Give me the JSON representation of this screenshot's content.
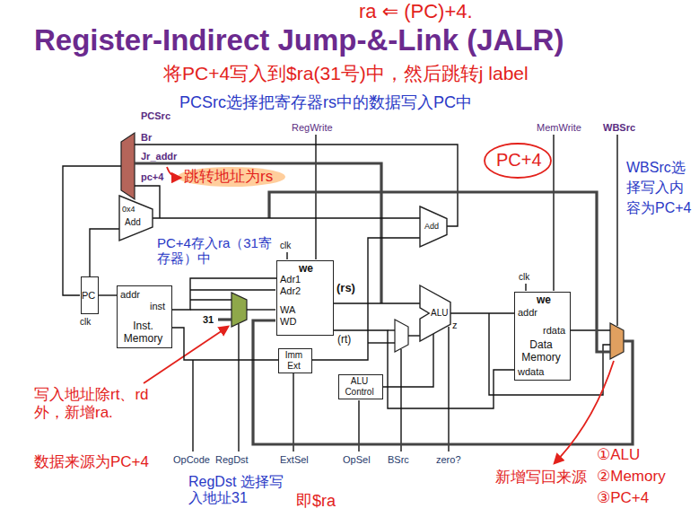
{
  "diagram": {
    "title": "Register-Indirect Jump-&-Link (JALR)",
    "nodes": [
      {
        "text": [
          "PC"
        ]
      },
      {
        "text": [
          "addr",
          "inst",
          "Inst. Memory"
        ]
      },
      {
        "text": [
          "0x4",
          "Add"
        ]
      },
      {
        "text": [
          "Add"
        ]
      },
      {
        "text": [
          "we",
          "Adr1",
          "Adr2",
          "WA",
          "WD"
        ]
      },
      {
        "text": [
          "Imm Ext"
        ]
      },
      {
        "text": [
          "ALU Control"
        ]
      },
      {
        "text": [
          "ALU"
        ]
      },
      {
        "text": [
          "we",
          "addr",
          "rdata",
          "Data Memory",
          "wdata"
        ]
      }
    ],
    "edges": [
      {
        "from": 0,
        "to": 1,
        "arrow": "none"
      },
      {
        "from": 0,
        "to": 2,
        "arrow": "none"
      },
      {
        "from": 1,
        "to": 4,
        "arrow": "none"
      },
      {
        "from": 1,
        "to": 5,
        "arrow": "none"
      },
      {
        "from": 4,
        "to": 7,
        "arrow": "none"
      },
      {
        "from": 5,
        "to": 3,
        "arrow": "none"
      },
      {
        "from": 6,
        "to": 7,
        "arrow": "none"
      },
      {
        "from": 7,
        "to": 8,
        "arrow": "none"
      },
      {
        "from": 4,
        "to": 8,
        "arrow": "none"
      },
      {
        "from": 2,
        "to": 3,
        "arrow": "none"
      }
    ],
    "labels": [
      "ra ⇐ (PC)+4.",
      "将PC+4写入到$ra(31号)中，然后跳转j label",
      "PCSrc选择把寄存器rs中的数据写入PC中",
      "PCSrc",
      "Br",
      "Jr_addr",
      "pc+4",
      "跳转地址为rs",
      "RegWrite",
      "MemWrite",
      "WBSrc",
      "PC+4",
      "WBSrc选择写入内容为PC+4",
      "PC+4存入ra（31寄存器）中",
      "clk",
      "clk",
      "clk",
      "31",
      "(rs)",
      "(rt)",
      "z",
      "写入地址除rt、rd外，新增ra.",
      "数据来源为PC+4",
      "OpCode",
      "RegDst",
      "ExtSel",
      "OpSel",
      "BSrc",
      "zero?",
      "RegDst 选择写入地址31",
      "即$ra",
      "新增写回来源",
      "①ALU",
      "②Memory",
      "③PC+4"
    ]
  }
}
